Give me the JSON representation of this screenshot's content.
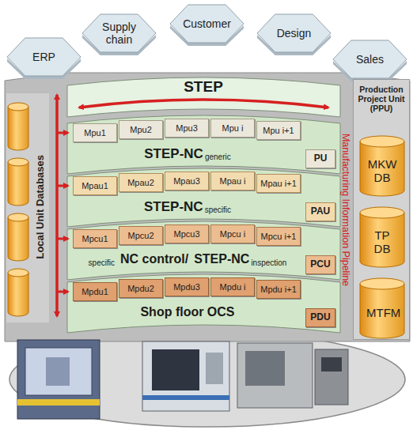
{
  "diagram": {
    "nodes": [
      {
        "text": [
          "ERP"
        ]
      },
      {
        "text": [
          "Supply chain"
        ]
      },
      {
        "text": [
          "Customer"
        ]
      },
      {
        "text": [
          "Design"
        ]
      },
      {
        "text": [
          "Sales"
        ]
      },
      {
        "text": [
          "Mpu1"
        ]
      },
      {
        "text": [
          "Mpu2"
        ]
      },
      {
        "text": [
          "Mpu3"
        ]
      },
      {
        "text": [
          "Mpu i"
        ]
      },
      {
        "text": [
          "Mpu i+1"
        ]
      },
      {
        "text": [
          "PU"
        ]
      },
      {
        "text": [
          "Mpau1"
        ]
      },
      {
        "text": [
          "Mpau2"
        ]
      },
      {
        "text": [
          "Mpau3"
        ]
      },
      {
        "text": [
          "Mpau i"
        ]
      },
      {
        "text": [
          "Mpau i+1"
        ]
      },
      {
        "text": [
          "PAU"
        ]
      },
      {
        "text": [
          "Mpcu1"
        ]
      },
      {
        "text": [
          "Mpcu2"
        ]
      },
      {
        "text": [
          "Mpcu3"
        ]
      },
      {
        "text": [
          "Mpcu i"
        ]
      },
      {
        "text": [
          "Mpcu i+1"
        ]
      },
      {
        "text": [
          "PCU"
        ]
      },
      {
        "text": [
          "Mpdu1"
        ]
      },
      {
        "text": [
          "Mpdu2"
        ]
      },
      {
        "text": [
          "Mpdu3"
        ]
      },
      {
        "text": [
          "Mpdu i"
        ]
      },
      {
        "text": [
          "Mpdu i+1"
        ]
      },
      {
        "text": [
          "PDU"
        ]
      },
      {
        "text": [
          "Production Project Unit (PPU)"
        ]
      },
      {
        "text": [
          "MKW DB"
        ],
        "in": 29
      },
      {
        "text": [
          "TP DB"
        ],
        "in": 29
      },
      {
        "text": [
          "MTFM"
        ],
        "in": 29
      }
    ],
    "labels": [
      "STEP",
      "STEP-NC",
      "generic",
      "STEP-NC",
      "specific",
      "specific",
      "NC control/",
      "STEP-NC",
      "inspection",
      "Shop floor OCS",
      "Local Unit Databases",
      "Manufacturing Information Pipeline"
    ]
  }
}
